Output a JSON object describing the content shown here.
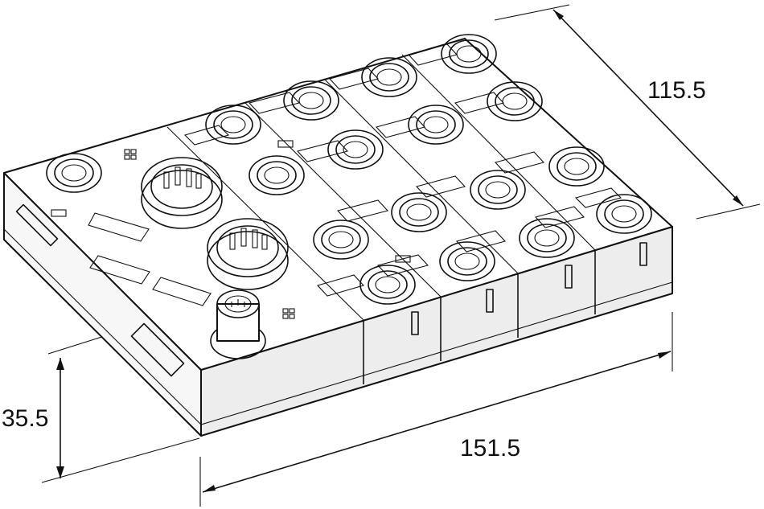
{
  "drawing": {
    "subject": "Multi-port I/O distribution module, isometric dimensional drawing",
    "dimensions": {
      "width": "151.5",
      "depth": "115.5",
      "height": "35.5"
    },
    "features": {
      "m12_port_count": 17,
      "m23_connector_count": 2,
      "m8_connector_count": 1,
      "module_slices": 4
    }
  }
}
